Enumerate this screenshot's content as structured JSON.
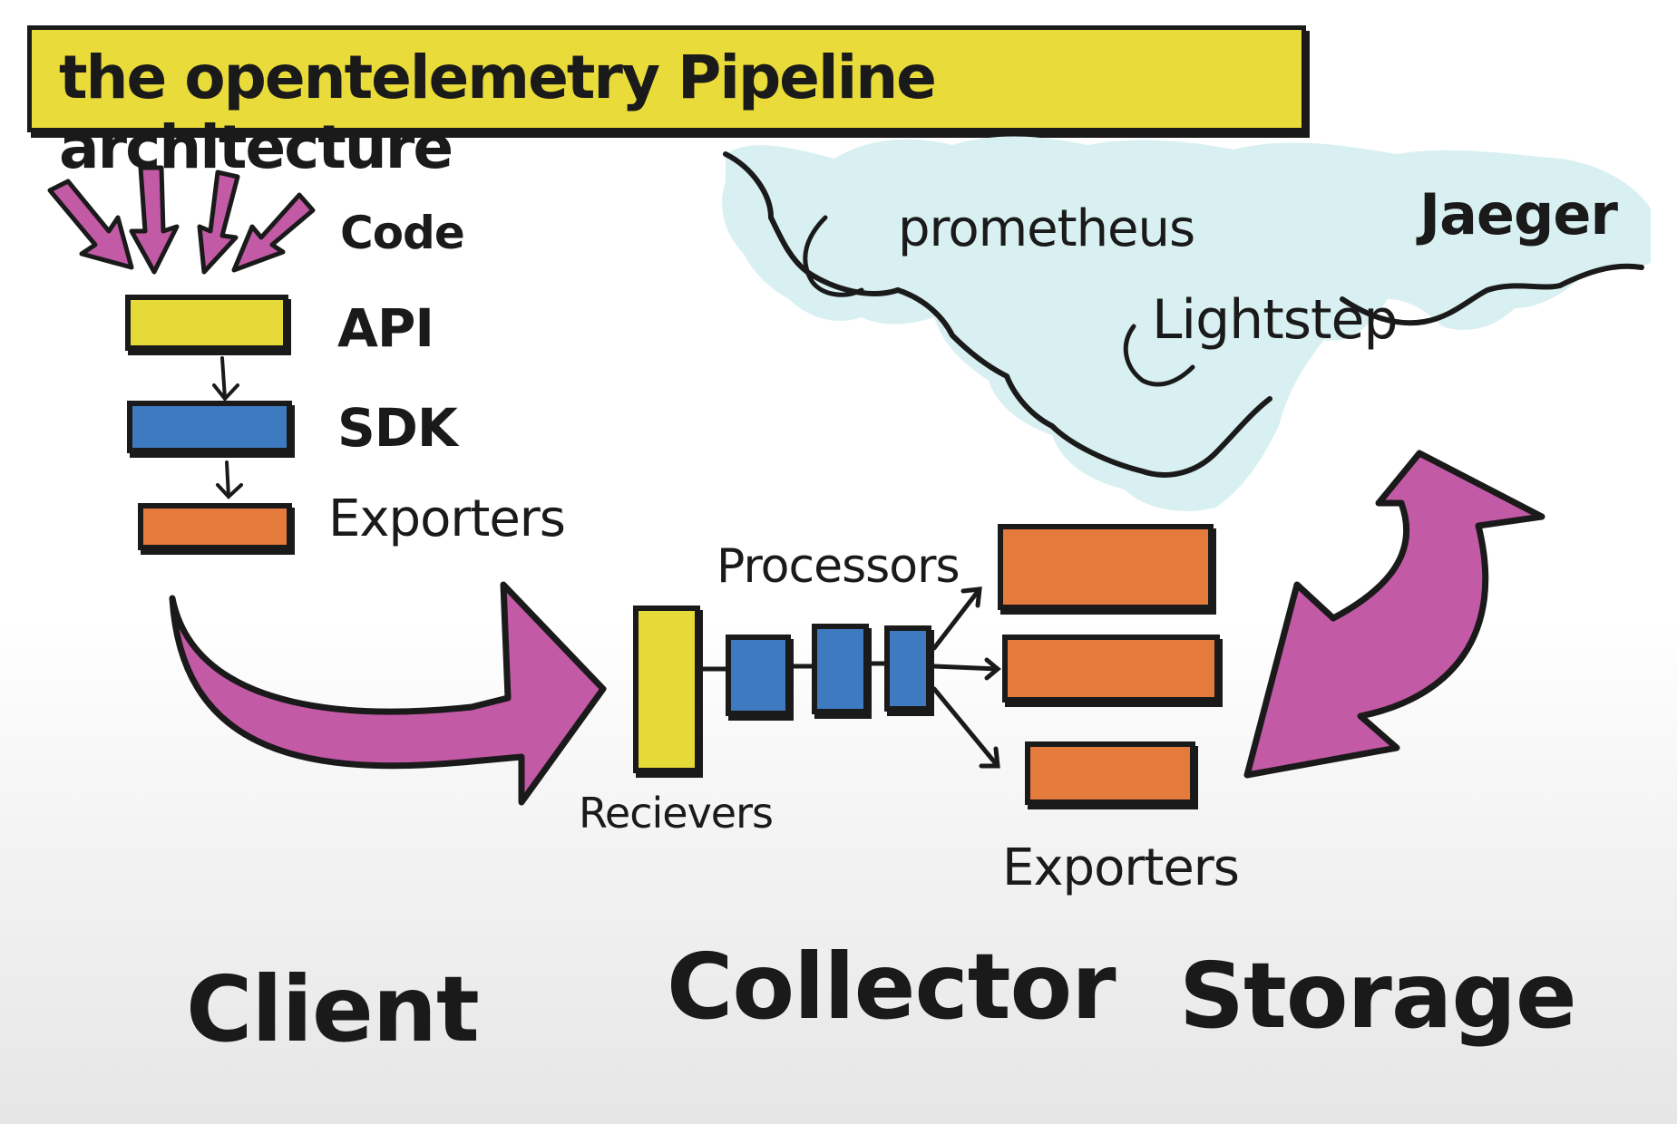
{
  "title": "the opentelemetry Pipeline architecture",
  "client": {
    "code_label": "Code",
    "api_label": "API",
    "sdk_label": "SDK",
    "exporters_label": "Exporters",
    "section_label": "Client"
  },
  "collector": {
    "receivers_label": "Recievers",
    "processors_label": "Processors",
    "exporters_label": "Exporters",
    "section_label": "Collector"
  },
  "storage": {
    "backends": [
      "prometheus",
      "Lightstep",
      "Jaeger"
    ],
    "section_label": "Storage"
  },
  "colors": {
    "banner": "#e9dc3a",
    "api": "#e6da39",
    "sdk": "#3d7ac0",
    "exporter": "#e57a3d",
    "arrow": "#c35aa6",
    "cloud": "#d8f0f1",
    "ink": "#1a1a1a"
  }
}
